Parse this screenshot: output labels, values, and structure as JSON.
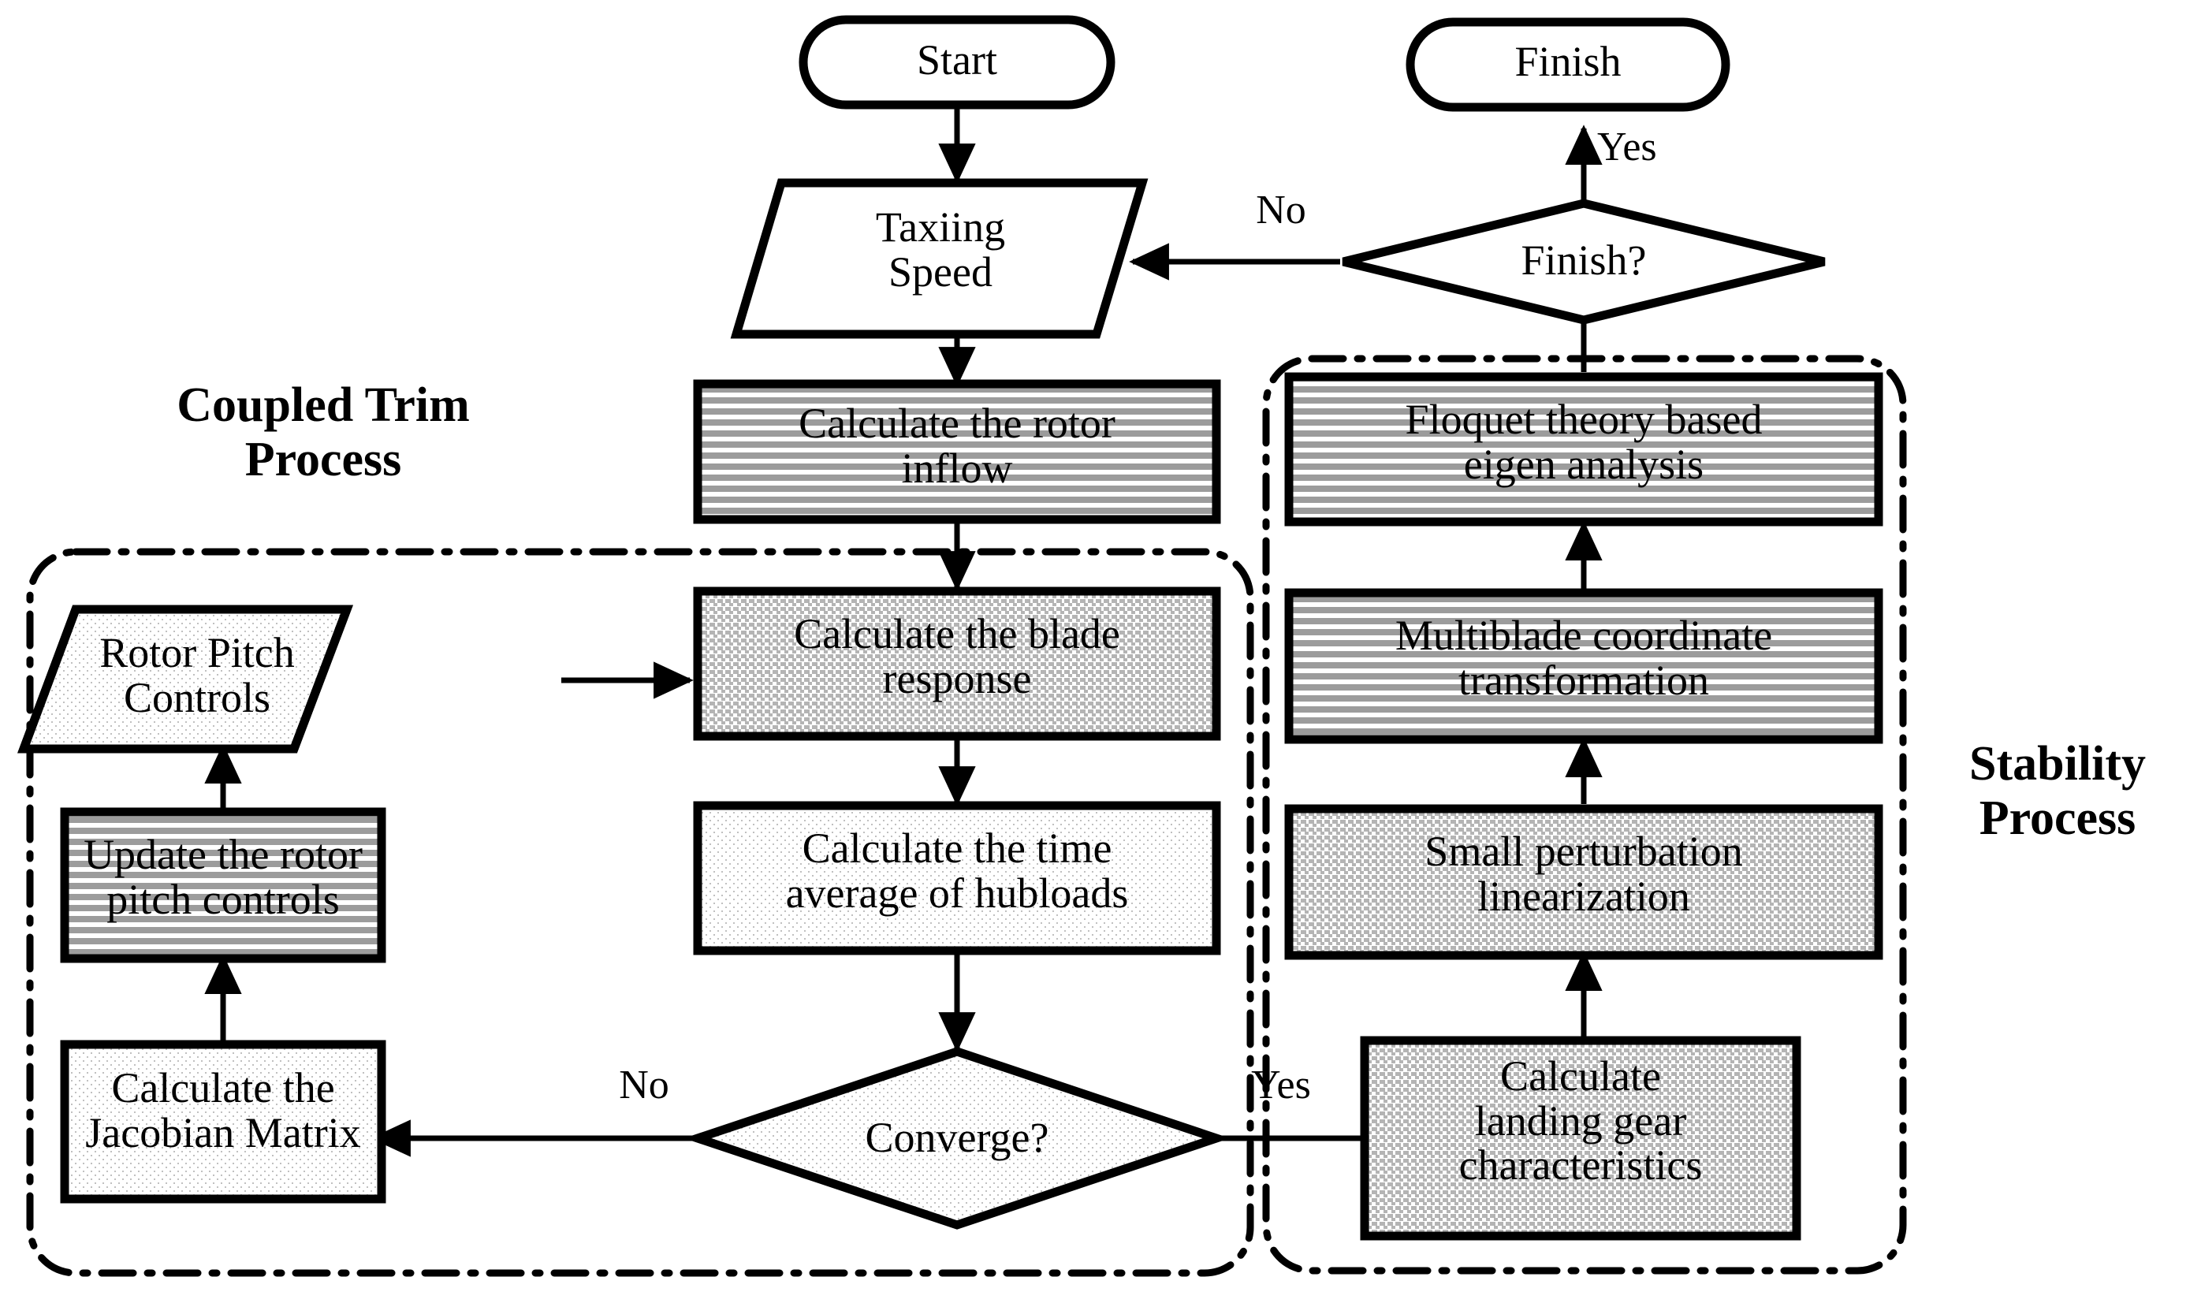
{
  "diagram": {
    "title_implicit": "Coupled trim and stability analysis flowchart",
    "groups": [
      {
        "id": "coupled-trim",
        "label": "Coupled Trim\nProcess"
      },
      {
        "id": "stability",
        "label": "Stability\nProcess"
      }
    ],
    "nodes": [
      {
        "id": "start",
        "shape": "terminator",
        "label": "Start",
        "fill": "none"
      },
      {
        "id": "finish",
        "shape": "terminator",
        "label": "Finish",
        "fill": "none"
      },
      {
        "id": "taxiing-speed",
        "shape": "parallelogram",
        "label": "Taxiing\nSpeed",
        "fill": "none"
      },
      {
        "id": "finish-q",
        "shape": "diamond",
        "label": "Finish?",
        "fill": "none"
      },
      {
        "id": "rotor-inflow",
        "shape": "process",
        "label": "Calculate the rotor\ninflow",
        "fill": "stripes"
      },
      {
        "id": "blade-response",
        "shape": "process",
        "label": "Calculate the blade\nresponse",
        "fill": "dense-dots"
      },
      {
        "id": "time-average",
        "shape": "process",
        "label": "Calculate the time\naverage of hubloads",
        "fill": "light-dots"
      },
      {
        "id": "converge-q",
        "shape": "diamond",
        "label": "Converge?",
        "fill": "light-dots"
      },
      {
        "id": "rotor-pitch-controls",
        "shape": "parallelogram",
        "label": "Rotor Pitch\nControls",
        "fill": "light-dots"
      },
      {
        "id": "update-pitch",
        "shape": "process",
        "label": "Update the rotor\npitch controls",
        "fill": "stripes"
      },
      {
        "id": "jacobian",
        "shape": "process",
        "label": "Calculate the\nJacobian Matrix",
        "fill": "light-dots"
      },
      {
        "id": "floquet",
        "shape": "process",
        "label": "Floquet theory based\neigen analysis",
        "fill": "stripes"
      },
      {
        "id": "multiblade",
        "shape": "process",
        "label": "Multiblade coordinate\ntransformation",
        "fill": "stripes"
      },
      {
        "id": "small-perturbation",
        "shape": "process",
        "label": "Small perturbation\nlinearization",
        "fill": "dense-dots"
      },
      {
        "id": "landing-gear",
        "shape": "process",
        "label": "Calculate\nlanding gear\ncharacteristics",
        "fill": "dense-dots"
      }
    ],
    "edges": [
      {
        "from": "start",
        "to": "taxiing-speed",
        "label": ""
      },
      {
        "from": "taxiing-speed",
        "to": "rotor-inflow",
        "label": ""
      },
      {
        "from": "rotor-inflow",
        "to": "blade-response",
        "label": ""
      },
      {
        "from": "blade-response",
        "to": "time-average",
        "label": ""
      },
      {
        "from": "time-average",
        "to": "converge-q",
        "label": ""
      },
      {
        "from": "converge-q",
        "to": "jacobian",
        "label": "No"
      },
      {
        "from": "converge-q",
        "to": "landing-gear",
        "label": "Yes"
      },
      {
        "from": "jacobian",
        "to": "update-pitch",
        "label": ""
      },
      {
        "from": "update-pitch",
        "to": "rotor-pitch-controls",
        "label": ""
      },
      {
        "from": "rotor-pitch-controls",
        "to": "blade-response",
        "label": ""
      },
      {
        "from": "landing-gear",
        "to": "small-perturbation",
        "label": ""
      },
      {
        "from": "small-perturbation",
        "to": "multiblade",
        "label": ""
      },
      {
        "from": "multiblade",
        "to": "floquet",
        "label": ""
      },
      {
        "from": "floquet",
        "to": "finish-q",
        "label": ""
      },
      {
        "from": "finish-q",
        "to": "finish",
        "label": "Yes"
      },
      {
        "from": "finish-q",
        "to": "taxiing-speed",
        "label": "No"
      }
    ],
    "edge_labels": [
      {
        "id": "no-finish",
        "text": "No"
      },
      {
        "id": "yes-finish",
        "text": "Yes"
      },
      {
        "id": "no-converge",
        "text": "No"
      },
      {
        "id": "yes-converge",
        "text": "Yes"
      }
    ],
    "colors": {
      "stroke": "#000000",
      "background": "#ffffff",
      "stripe_gray": "#9c9c9c",
      "light_dot_gray": "#c8c8c8",
      "dense_dot_gray": "#a8a8a8"
    }
  }
}
